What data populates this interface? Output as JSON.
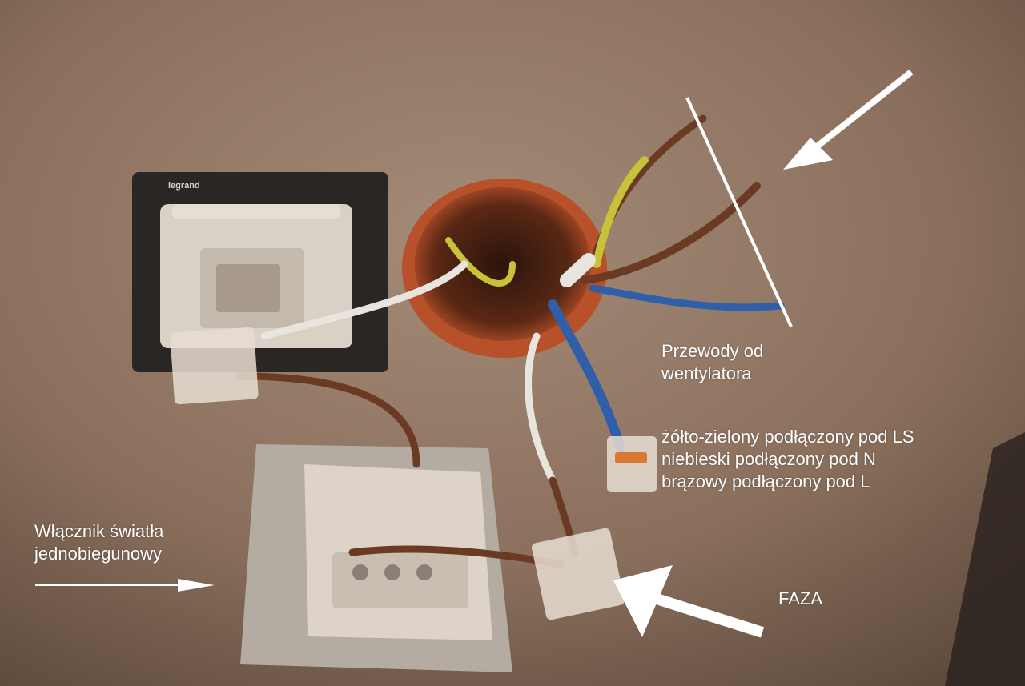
{
  "photo": {
    "brand_mark": "legrand",
    "colors": {
      "wall": "#8a6f5c",
      "wall_light": "#a38b78",
      "box_orange": "#b8502a",
      "wire_brown": "#6b3a22",
      "wire_blue": "#2f5fa8",
      "wire_yellow_green": "#c8c23a",
      "wire_white": "#e8e4de",
      "switch_body": "#d9d0c6",
      "frame_dark": "#2a2624",
      "frame_metal": "#b4aca2",
      "connector": "#e7ddd2",
      "annotation": "#ffffff"
    }
  },
  "annotations": {
    "fan_wires_line1": "Przewody od",
    "fan_wires_line2": "wentylatora",
    "legend": [
      "żółto-zielony podłączony pod LS",
      "niebieski podłączony pod N",
      "brązowy podłączony pod L"
    ],
    "switch_line1": "Włącznik światła",
    "switch_line2": "jednobiegunowy",
    "phase": "FAZA"
  }
}
